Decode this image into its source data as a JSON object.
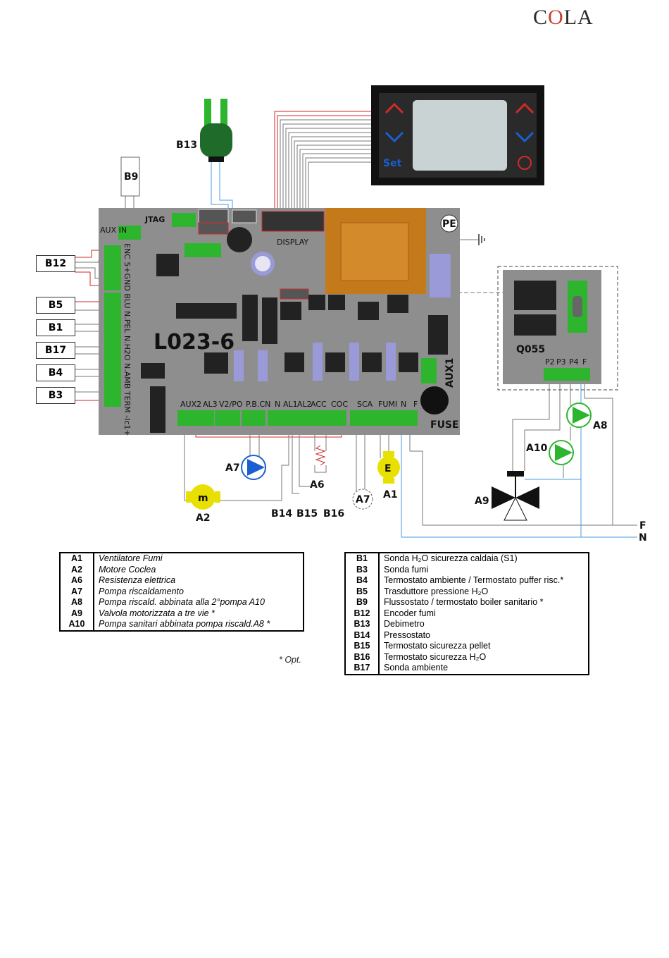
{
  "brand": {
    "c": "C",
    "o": "O",
    "rest": "LA"
  },
  "board": {
    "model": "L023-6",
    "display": "DISPLAY",
    "jtag": "JTAG",
    "aux_in": "AUX IN",
    "pe": "PE",
    "fuse": "FUSE",
    "aux1": "AUX1",
    "side_labels": "ENC 5+GND BLU N.PEL N.H2O N.AMB TERM -Ic1+",
    "bottom_labels": [
      "AUX2",
      "AL3",
      "V2/PO",
      "P.B.CN",
      "N",
      "AL1",
      "AL2",
      "ACC",
      "COC",
      "SCA",
      "FUMI",
      "N",
      "F"
    ]
  },
  "display_panel": {
    "set": "Set"
  },
  "module": {
    "name": "Q055",
    "ports": [
      "P2",
      "P3",
      "P4",
      "F"
    ]
  },
  "components": {
    "b13": "B13",
    "b9": "B9",
    "b12": "B12",
    "b5": "B5",
    "b1": "B1",
    "b17": "B17",
    "b4": "B4",
    "b3": "B3",
    "a7": "A7",
    "a7b": "A7",
    "a6": "A6",
    "a1": "A1",
    "a2": "A2",
    "a8": "A8",
    "a10": "A10",
    "a9": "A9",
    "b14": "B14",
    "b15": "B15",
    "b16": "B16",
    "m": "m",
    "e": "E",
    "f": "F",
    "n": "N"
  },
  "legend_left": [
    {
      "code": "A1",
      "desc": "Ventilatore Fumi"
    },
    {
      "code": "A2",
      "desc": "Motore Coclea"
    },
    {
      "code": "A6",
      "desc": "Resistenza elettrica"
    },
    {
      "code": "A7",
      "desc": "Pompa riscaldamento"
    },
    {
      "code": "A8",
      "desc": "Pompa riscald. abbinata alla 2°pompa A10"
    },
    {
      "code": "A9",
      "desc": "Valvola motorizzata a tre vie *"
    },
    {
      "code": "A10",
      "desc": "Pompa sanitari abbinata pompa riscald.A8 *"
    }
  ],
  "legend_right": [
    {
      "code": "B1",
      "desc": "Sonda H₂O sicurezza caldaia (S1)"
    },
    {
      "code": "B3",
      "desc": "Sonda fumi"
    },
    {
      "code": "B4",
      "desc": "Termostato ambiente / Termostato puffer risc.*"
    },
    {
      "code": "B5",
      "desc": "Trasduttore pressione H₂O"
    },
    {
      "code": "B9",
      "desc": "Flussostato / termostato boiler sanitario *"
    },
    {
      "code": "B12",
      "desc": "Encoder fumi"
    },
    {
      "code": "B13",
      "desc": "Debimetro"
    },
    {
      "code": "B14",
      "desc": "Pressostato"
    },
    {
      "code": "B15",
      "desc": "Termostato sicurezza pellet"
    },
    {
      "code": "B16",
      "desc": "Termostato sicurezza H₂O"
    },
    {
      "code": "B17",
      "desc": "Sonda ambiente"
    }
  ],
  "opt_note": "* Opt.",
  "colors": {
    "board": "#8e8e8e",
    "terminal": "#2db52d",
    "pump": "#1a5fd0",
    "transformer": "#c47a1a",
    "wire_red": "#d02a2a",
    "wire_blue": "#4a9be0"
  }
}
